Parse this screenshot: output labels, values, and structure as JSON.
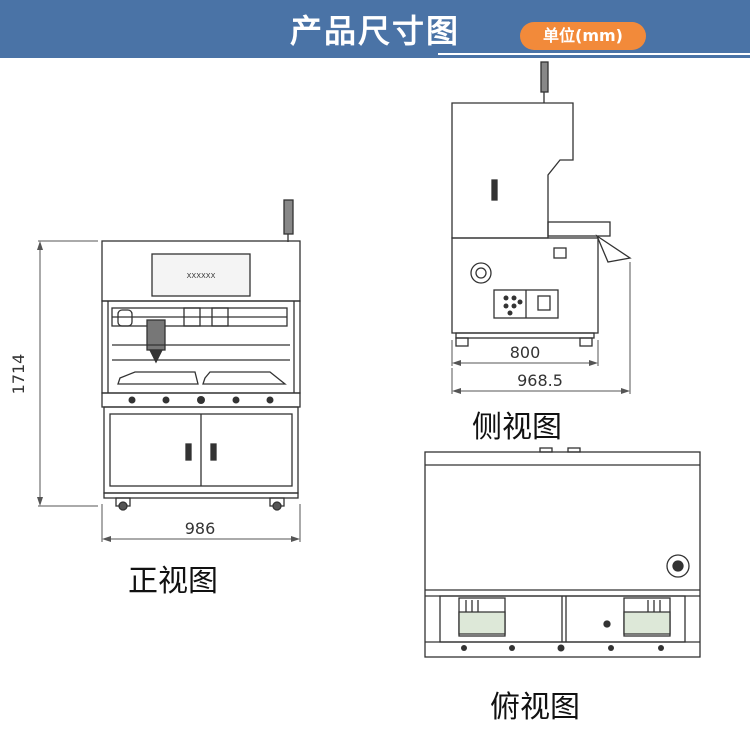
{
  "header": {
    "title": "产品尺寸图",
    "unit": "单位(mm)",
    "color": "#4a73a6",
    "badge_color": "#f28a3a"
  },
  "front_view": {
    "label": "正视图",
    "width_value": "986",
    "height_value": "1714",
    "screen_text": "XXXXXX"
  },
  "side_view": {
    "label": "侧视图",
    "depth_value": "800",
    "overall_depth_value": "968.5"
  },
  "top_view": {
    "label": "俯视图"
  }
}
